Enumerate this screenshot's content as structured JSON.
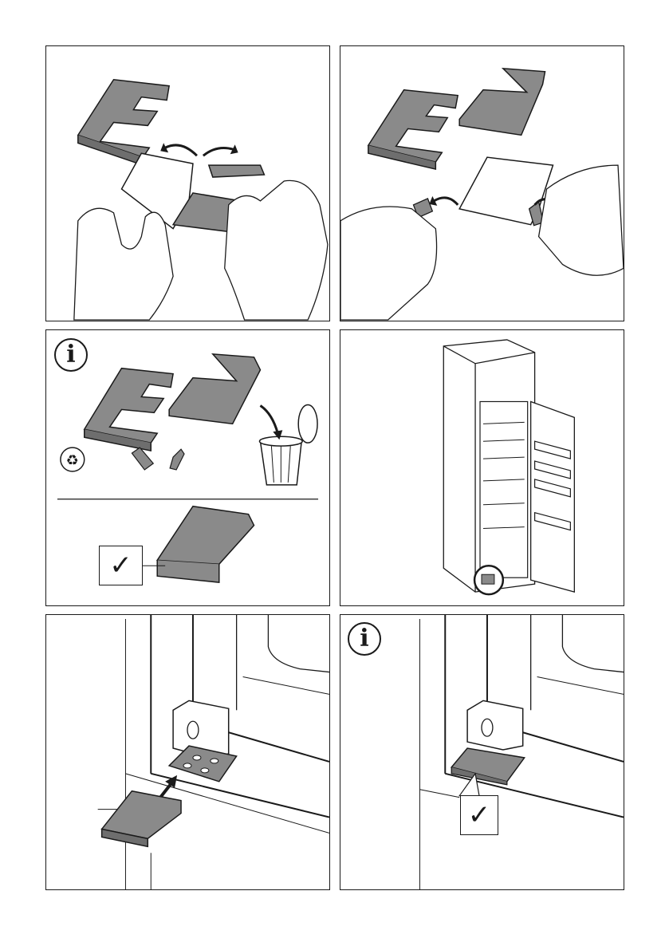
{
  "figures": [
    {
      "id": "step-1",
      "illustration": "remove-cover-caps-by-hand"
    },
    {
      "id": "step-2",
      "illustration": "pull-out-clip-pieces"
    },
    {
      "id": "step-3",
      "illustration": "dispose-small-parts-keep-cap",
      "info_icon": "i",
      "check_icon": "✓"
    },
    {
      "id": "step-4",
      "illustration": "refrigerator-open-door-bottom-hinge"
    },
    {
      "id": "step-5",
      "illustration": "attach-cap-to-hinge"
    },
    {
      "id": "step-6",
      "illustration": "cap-attached-correctly",
      "info_icon": "i",
      "check_icon": "✓"
    }
  ],
  "colors": {
    "line": "#1a1a1a",
    "part_fill": "#8a8a8a",
    "part_dark": "#6e6e6e",
    "skin": "#ffffff"
  }
}
